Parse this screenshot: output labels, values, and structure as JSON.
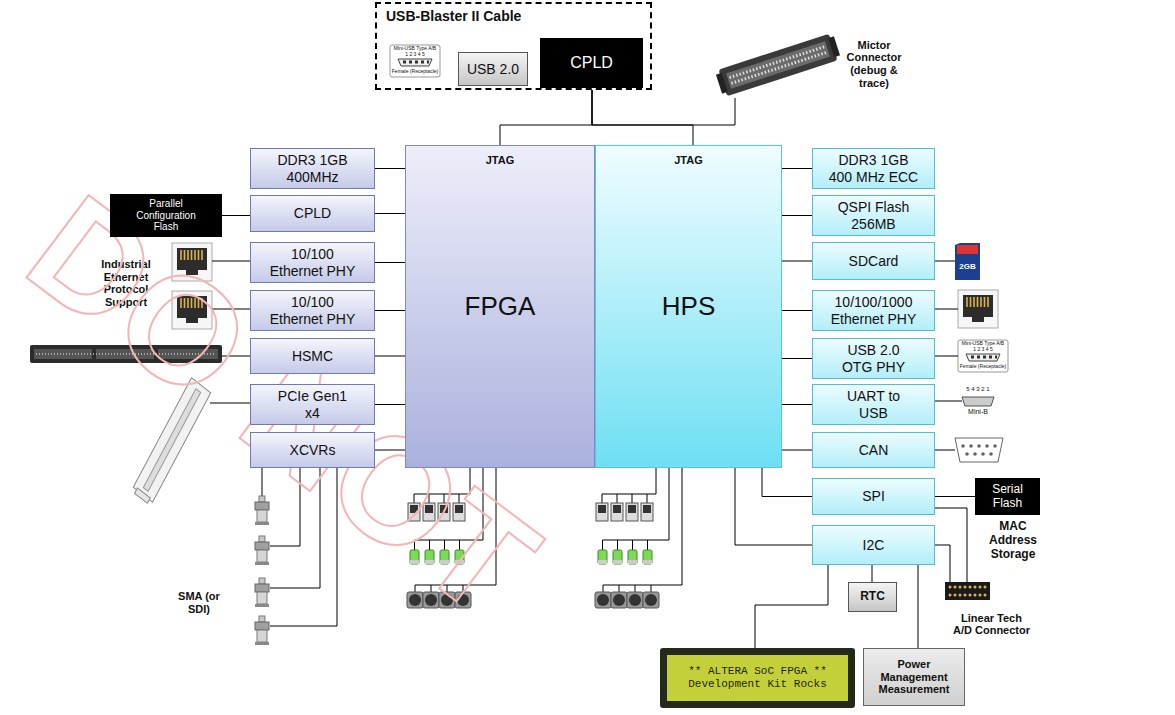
{
  "diagram": {
    "nodes": [
      {
        "text": [
          "USB-Blaster II Cable"
        ]
      },
      {
        "text": [
          "USB 2.0"
        ],
        "in": 0
      },
      {
        "text": [
          "CPLD"
        ],
        "in": 0
      },
      {
        "text": [
          "Mictor Connector (debug & trace)"
        ]
      },
      {
        "text": [
          "DDR3 1GB 400MHz"
        ]
      },
      {
        "text": [
          "Parallel Configuration Flash"
        ]
      },
      {
        "text": [
          "CPLD"
        ]
      },
      {
        "text": [
          "10/100 Ethernet PHY"
        ]
      },
      {
        "text": [
          "10/100 Ethernet PHY"
        ]
      },
      {
        "text": [
          "HSMC"
        ]
      },
      {
        "text": [
          "PCIe Gen1 x4"
        ]
      },
      {
        "text": [
          "XCVRs"
        ]
      },
      {
        "text": [
          "JTAG",
          "FPGA"
        ]
      },
      {
        "text": [
          "JTAG",
          "HPS"
        ]
      },
      {
        "text": [
          "DDR3 1GB 400 MHz ECC"
        ]
      },
      {
        "text": [
          "QSPI Flash 256MB"
        ]
      },
      {
        "text": [
          "SDCard"
        ]
      },
      {
        "text": [
          "10/100/1000 Ethernet PHY"
        ]
      },
      {
        "text": [
          "USB 2.0 OTG PHY"
        ]
      },
      {
        "text": [
          "UART to USB"
        ]
      },
      {
        "text": [
          "CAN"
        ]
      },
      {
        "text": [
          "SPI"
        ]
      },
      {
        "text": [
          "Serial Flash"
        ]
      },
      {
        "text": [
          "I2C"
        ]
      },
      {
        "text": [
          "RTC"
        ]
      },
      {
        "text": [
          "Linear Tech A/D Connector"
        ]
      },
      {
        "text": [
          "** ALTERA SoC FPGA **",
          "Development Kit Rocks"
        ]
      },
      {
        "text": [
          "Power Management Measurement"
        ]
      }
    ],
    "edges": [
      {
        "from": 0,
        "to": 12,
        "arrow": "none"
      },
      {
        "from": 0,
        "to": 13,
        "arrow": "none"
      },
      {
        "from": 0,
        "to": 3,
        "arrow": "none"
      },
      {
        "from": 4,
        "to": 12,
        "arrow": "none"
      },
      {
        "from": 6,
        "to": 12,
        "arrow": "none"
      },
      {
        "from": 7,
        "to": 12,
        "arrow": "none"
      },
      {
        "from": 8,
        "to": 12,
        "arrow": "none"
      },
      {
        "from": 9,
        "to": 12,
        "arrow": "none"
      },
      {
        "from": 10,
        "to": 12,
        "arrow": "none"
      },
      {
        "from": 11,
        "to": 12,
        "arrow": "none"
      },
      {
        "from": 5,
        "to": 6,
        "arrow": "none"
      },
      {
        "from": 13,
        "to": 14,
        "arrow": "none"
      },
      {
        "from": 13,
        "to": 15,
        "arrow": "none"
      },
      {
        "from": 13,
        "to": 16,
        "arrow": "none"
      },
      {
        "from": 13,
        "to": 17,
        "arrow": "none"
      },
      {
        "from": 13,
        "to": 18,
        "arrow": "none"
      },
      {
        "from": 13,
        "to": 19,
        "arrow": "none"
      },
      {
        "from": 13,
        "to": 20,
        "arrow": "none"
      },
      {
        "from": 13,
        "to": 21,
        "arrow": "none"
      },
      {
        "from": 13,
        "to": 23,
        "arrow": "none"
      },
      {
        "from": 21,
        "to": 22,
        "arrow": "none"
      },
      {
        "from": 21,
        "to": 25,
        "arrow": "none"
      },
      {
        "from": 23,
        "to": 25,
        "arrow": "none"
      },
      {
        "from": 23,
        "to": 24,
        "arrow": "none"
      },
      {
        "from": 23,
        "to": 26,
        "arrow": "none"
      },
      {
        "from": 23,
        "to": 27,
        "arrow": "none"
      }
    ],
    "labels": [
      "Mini-USB Type A/B",
      "1 2 3 4 5",
      "Female (Receptacle)",
      "Industrial Ethernet Protocol Support",
      "SMA (or SDI)",
      "2GB",
      "Mini-USB Type A/B",
      "1 2 3 4 5",
      "Female (Receptacle)",
      "5 4 3 2 1",
      "Mini-B",
      "MAC Address Storage",
      "DO NOT"
    ]
  }
}
